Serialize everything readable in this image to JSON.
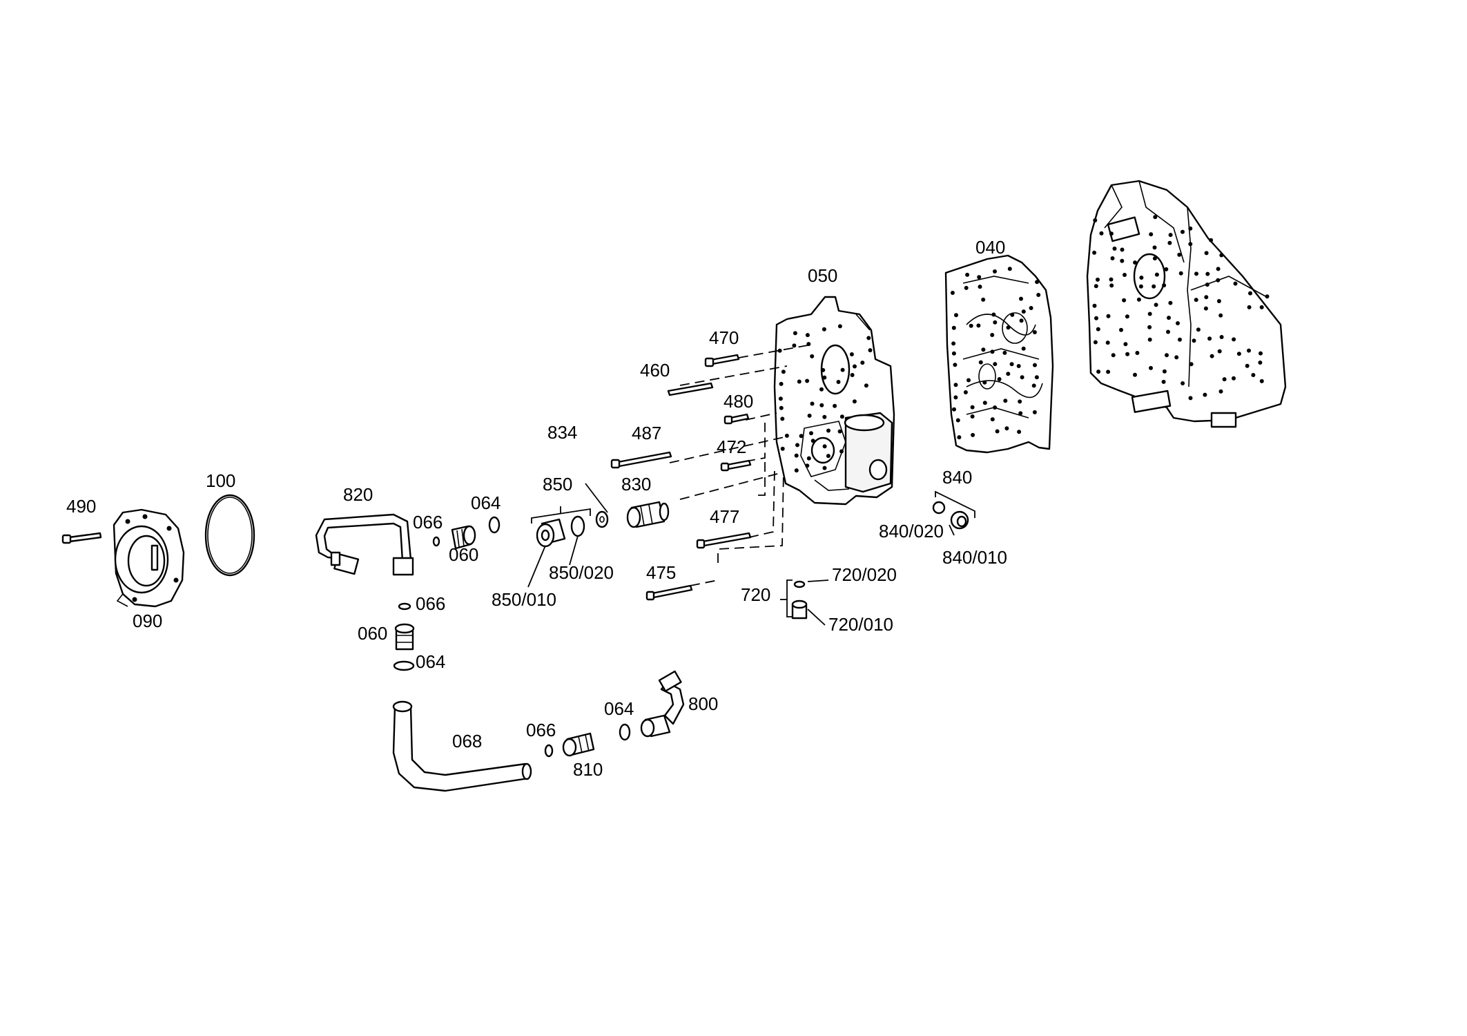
{
  "labels": {
    "p040": "040",
    "p050": "050",
    "p090": "090",
    "p100": "100",
    "p490": "490",
    "p820": "820",
    "p066a": "066",
    "p060a": "060",
    "p064a": "064",
    "p850": "850",
    "p850_020": "850/020",
    "p850_010": "850/010",
    "p834": "834",
    "p830": "830",
    "p487": "487",
    "p460": "460",
    "p470": "470",
    "p480": "480",
    "p472": "472",
    "p477": "477",
    "p475": "475",
    "p720": "720",
    "p720_020": "720/020",
    "p720_010": "720/010",
    "p840": "840",
    "p840_020": "840/020",
    "p840_010": "840/010",
    "p066b": "066",
    "p060b": "060",
    "p064b": "064",
    "p068": "068",
    "p066c": "066",
    "p810": "810",
    "p064c": "064",
    "p800": "800"
  }
}
